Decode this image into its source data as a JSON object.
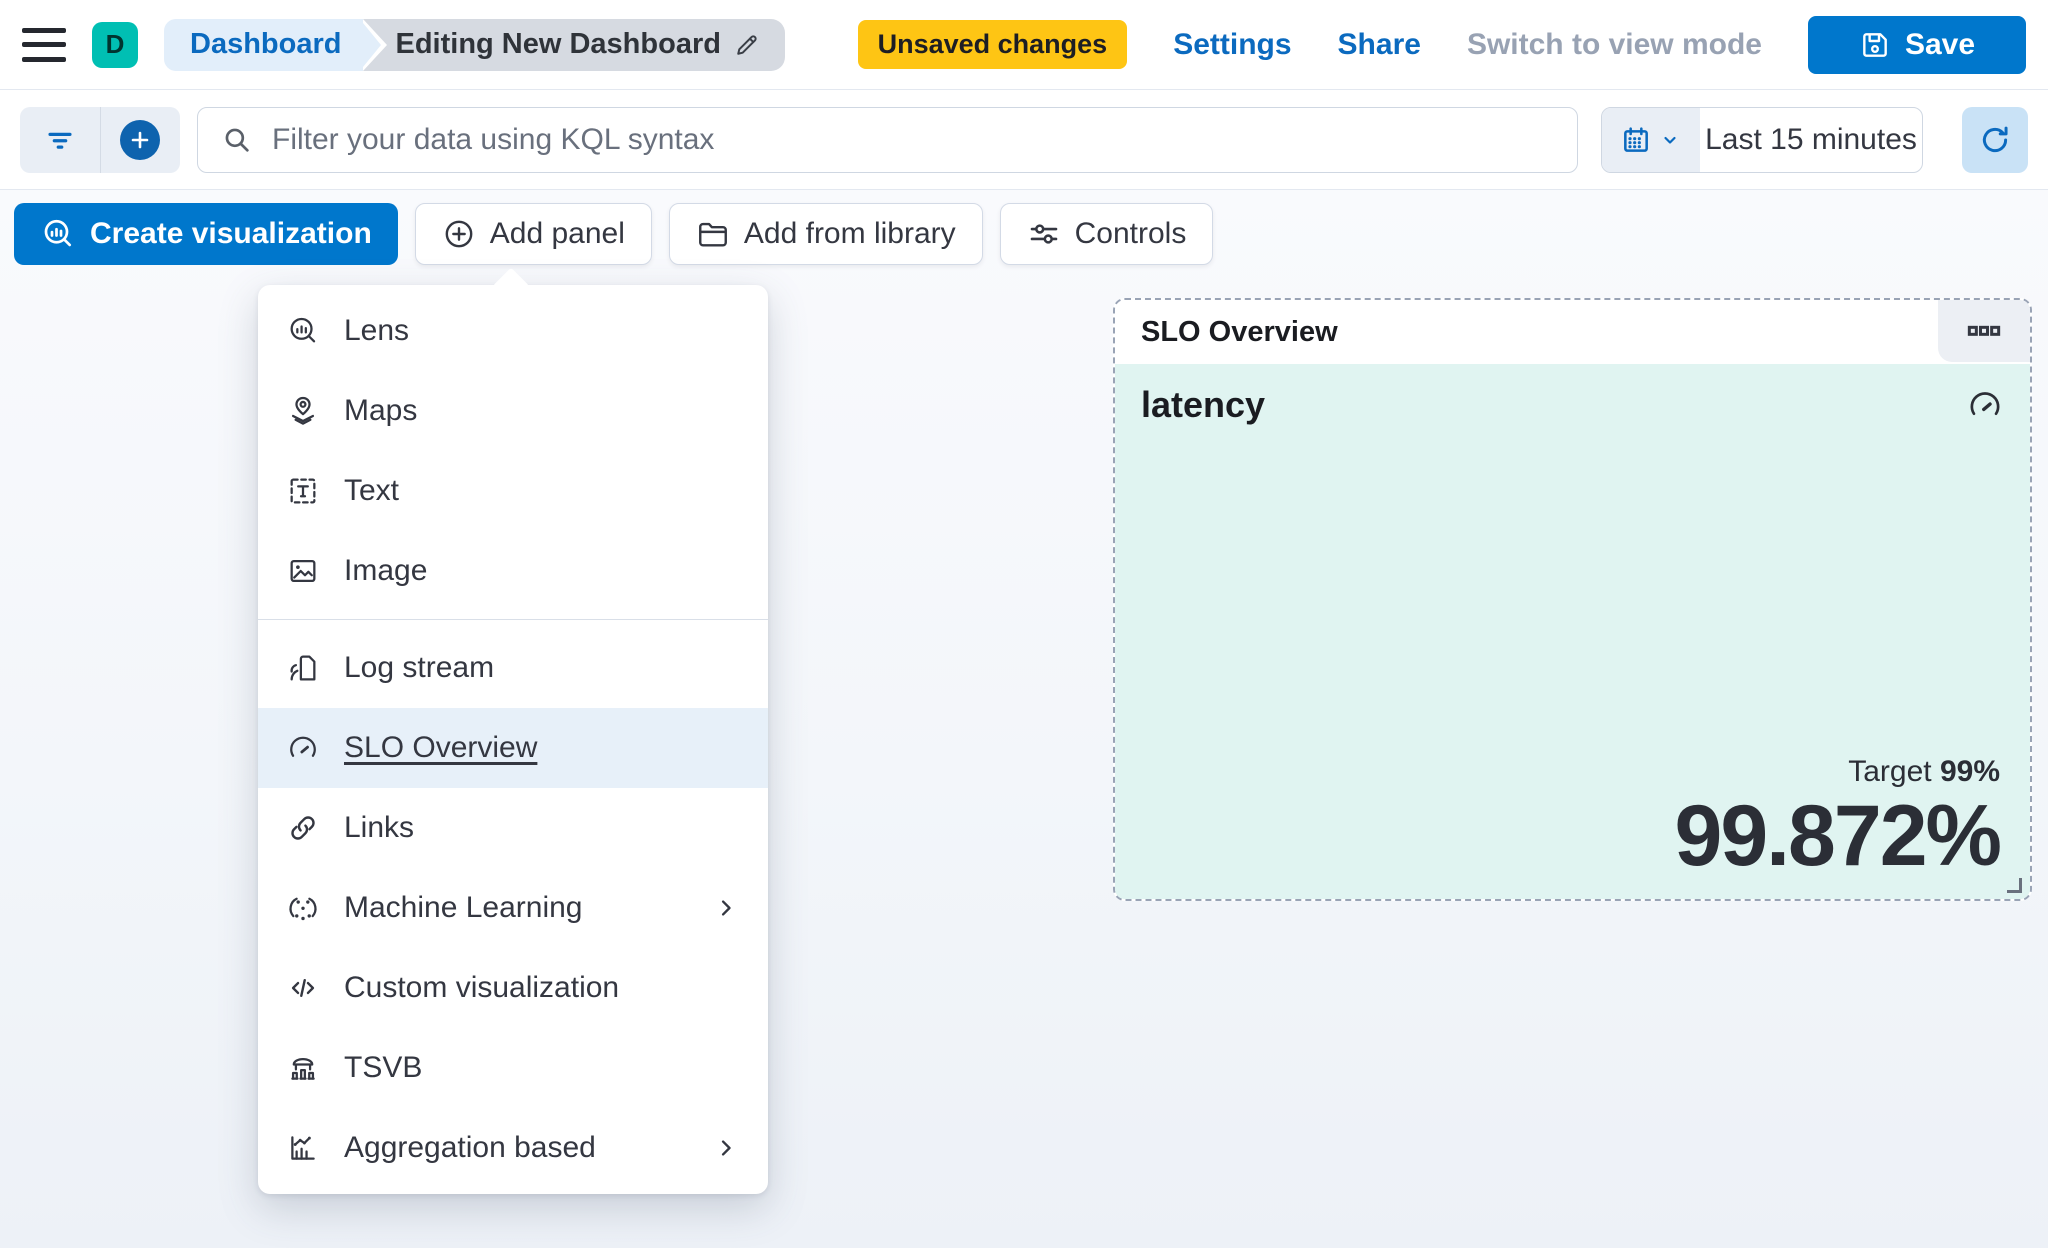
{
  "header": {
    "avatar_initial": "D",
    "breadcrumbs": [
      {
        "label": "Dashboard"
      },
      {
        "label": "Editing New Dashboard"
      }
    ],
    "unsaved_badge": "Unsaved changes",
    "settings_label": "Settings",
    "share_label": "Share",
    "switch_view_label": "Switch to view mode",
    "save_label": "Save"
  },
  "search": {
    "placeholder": "Filter your data using KQL syntax",
    "time_range": "Last 15 minutes"
  },
  "toolbar": {
    "create_visualization": "Create visualization",
    "add_panel": "Add panel",
    "add_from_library": "Add from library",
    "controls": "Controls"
  },
  "add_panel_menu": {
    "items": [
      {
        "label": "Lens",
        "icon": "lens-icon"
      },
      {
        "label": "Maps",
        "icon": "maps-icon"
      },
      {
        "label": "Text",
        "icon": "text-icon"
      },
      {
        "label": "Image",
        "icon": "image-icon"
      },
      {
        "label": "Log stream",
        "icon": "log-stream-icon"
      },
      {
        "label": "SLO Overview",
        "icon": "gauge-icon",
        "selected": true
      },
      {
        "label": "Links",
        "icon": "link-icon"
      },
      {
        "label": "Machine Learning",
        "icon": "machine-learning-icon",
        "submenu": true
      },
      {
        "label": "Custom visualization",
        "icon": "code-icon"
      },
      {
        "label": "TSVB",
        "icon": "tsvb-icon"
      },
      {
        "label": "Aggregation based",
        "icon": "aggregation-chart-icon",
        "submenu": true
      }
    ]
  },
  "slo_panel": {
    "title": "SLO Overview",
    "metric_title": "latency",
    "target_label": "Target",
    "target_value": "99%",
    "value": "99.872%"
  },
  "colors": {
    "primary_blue": "#0077CC",
    "link_blue": "#0B6ABF",
    "badge_yellow": "#FEC514",
    "avatar_teal": "#00BFB3",
    "panel_teal_bg": "#E0F4F1",
    "menu_highlight": "#E7F0F9",
    "refresh_bg": "#C9E2F6",
    "disabled_gray": "#98A2B3"
  }
}
